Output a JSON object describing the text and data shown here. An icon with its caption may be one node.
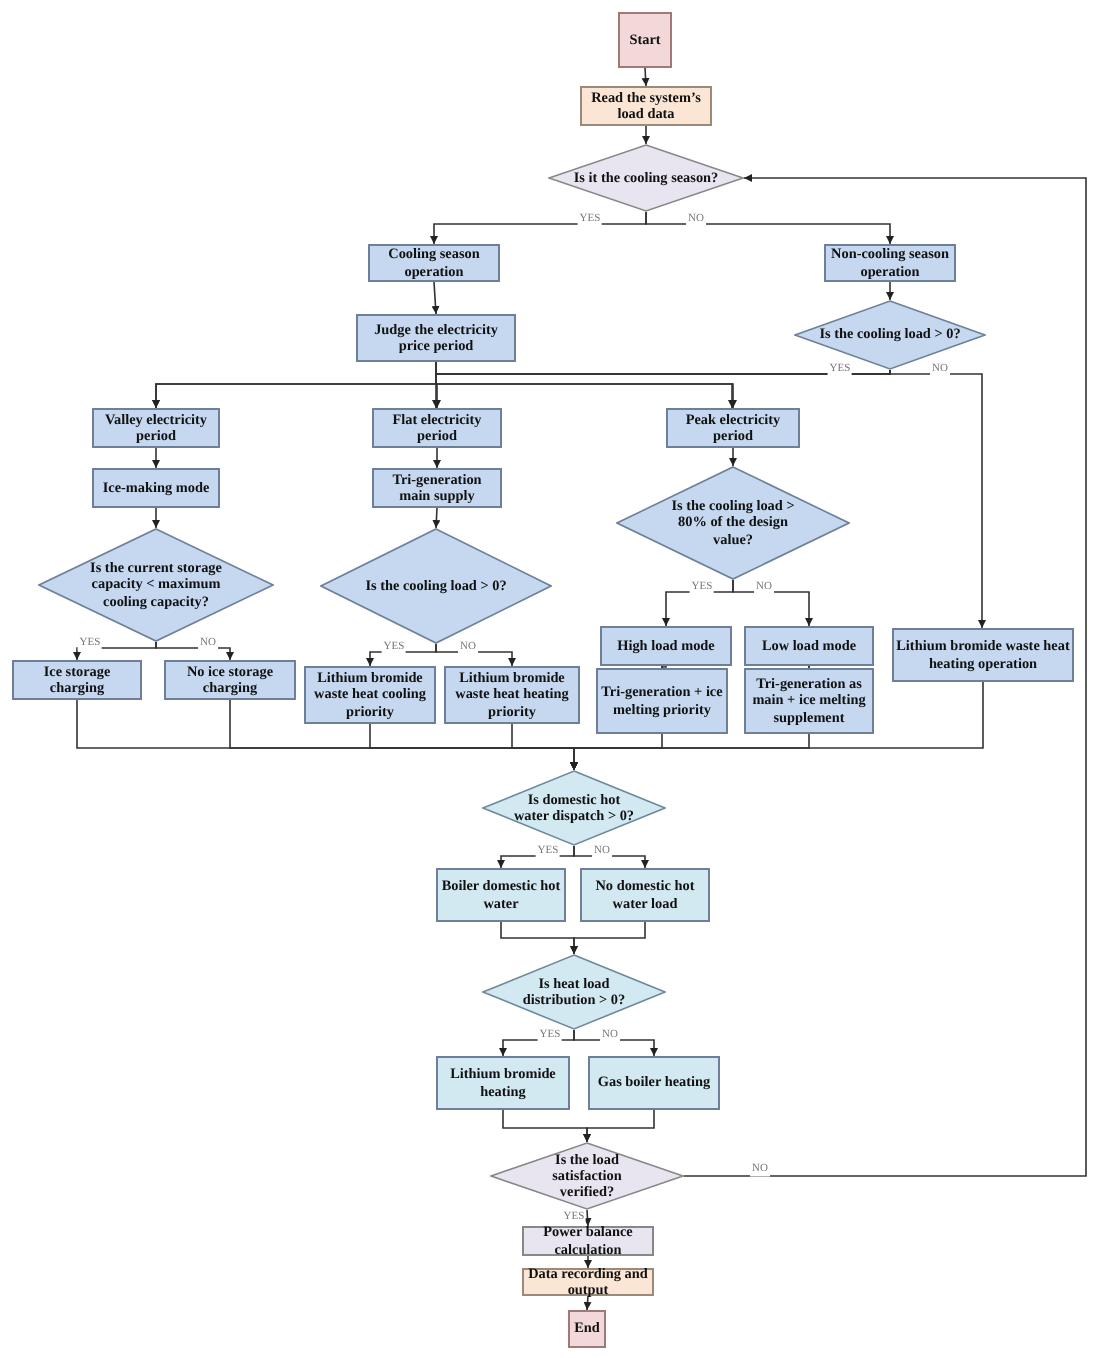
{
  "diagram": {
    "nodes": [
      {
        "text": [
          "Start"
        ]
      },
      {
        "text": [
          "Read the system’s load data"
        ]
      },
      {
        "text": [
          "Is it the cooling season?"
        ]
      },
      {
        "text": [
          "Cooling season operation"
        ]
      },
      {
        "text": [
          "Non-cooling season operation"
        ]
      },
      {
        "text": [
          "Judge the electricity price period"
        ]
      },
      {
        "text": [
          "Is the cooling load > 0?"
        ]
      },
      {
        "text": [
          "Valley electricity period"
        ]
      },
      {
        "text": [
          "Flat electricity period"
        ]
      },
      {
        "text": [
          "Peak electricity period"
        ]
      },
      {
        "text": [
          "Ice-making mode"
        ]
      },
      {
        "text": [
          "Tri-generation main supply"
        ]
      },
      {
        "text": [
          "Is the cooling load > 80% of the design value?"
        ]
      },
      {
        "text": [
          "Is the current storage capacity < maximum cooling capacity?"
        ]
      },
      {
        "text": [
          "Is the cooling load > 0?"
        ]
      },
      {
        "text": [
          "Ice storage charging"
        ]
      },
      {
        "text": [
          "No ice storage charging"
        ]
      },
      {
        "text": [
          "Lithium bromide waste heat cooling priority"
        ]
      },
      {
        "text": [
          "Lithium bromide waste heat heating priority"
        ]
      },
      {
        "text": [
          "High load mode"
        ]
      },
      {
        "text": [
          "Low load mode"
        ]
      },
      {
        "text": [
          "Tri-generation + ice melting priority"
        ]
      },
      {
        "text": [
          "Tri-generation as main + ice melting supplement"
        ]
      },
      {
        "text": [
          "Lithium bromide waste heat heating operation"
        ]
      },
      {
        "text": [
          "Is domestic hot water dispatch > 0?"
        ]
      },
      {
        "text": [
          "Boiler domestic hot water"
        ]
      },
      {
        "text": [
          "No domestic hot water load"
        ]
      },
      {
        "text": [
          "Is heat load distribution > 0?"
        ]
      },
      {
        "text": [
          "Lithium bromide heating"
        ]
      },
      {
        "text": [
          "Gas boiler heating"
        ]
      },
      {
        "text": [
          "Is the load satisfaction verified?"
        ]
      },
      {
        "text": [
          "Power balance calculation"
        ]
      },
      {
        "text": [
          "Data recording and output"
        ]
      },
      {
        "text": [
          "End"
        ]
      }
    ],
    "edges": [
      {
        "from": 0,
        "to": 1,
        "arrow": "to"
      },
      {
        "from": 1,
        "to": 2,
        "arrow": "to"
      },
      {
        "from": 2,
        "to": 3,
        "arrow": "to",
        "label": "YES"
      },
      {
        "from": 2,
        "to": 4,
        "arrow": "to",
        "label": "NO"
      },
      {
        "from": 3,
        "to": 5,
        "arrow": "to"
      },
      {
        "from": 4,
        "to": 6,
        "arrow": "to"
      },
      {
        "from": 5,
        "to": 7,
        "arrow": "to"
      },
      {
        "from": 5,
        "to": 8,
        "arrow": "to"
      },
      {
        "from": 5,
        "to": 9,
        "arrow": "to"
      },
      {
        "from": 6,
        "to": 7,
        "arrow": "to",
        "label": "YES"
      },
      {
        "from": 6,
        "to": 8,
        "arrow": "to"
      },
      {
        "from": 6,
        "to": 9,
        "arrow": "to"
      },
      {
        "from": 6,
        "to": 23,
        "arrow": "to",
        "label": "NO"
      },
      {
        "from": 7,
        "to": 10,
        "arrow": "to"
      },
      {
        "from": 10,
        "to": 13,
        "arrow": "to"
      },
      {
        "from": 13,
        "to": 15,
        "arrow": "to",
        "label": "YES"
      },
      {
        "from": 13,
        "to": 16,
        "arrow": "to",
        "label": "NO"
      },
      {
        "from": 8,
        "to": 11,
        "arrow": "to"
      },
      {
        "from": 11,
        "to": 14,
        "arrow": "to"
      },
      {
        "from": 14,
        "to": 17,
        "arrow": "to",
        "label": "YES"
      },
      {
        "from": 14,
        "to": 18,
        "arrow": "to",
        "label": "NO"
      },
      {
        "from": 9,
        "to": 12,
        "arrow": "to"
      },
      {
        "from": 12,
        "to": 19,
        "arrow": "to",
        "label": "YES"
      },
      {
        "from": 12,
        "to": 20,
        "arrow": "to",
        "label": "NO"
      },
      {
        "from": 19,
        "to": 21,
        "arrow": "to"
      },
      {
        "from": 20,
        "to": 22,
        "arrow": "to"
      },
      {
        "from": 15,
        "to": 24,
        "arrow": "to"
      },
      {
        "from": 16,
        "to": 24,
        "arrow": "to"
      },
      {
        "from": 17,
        "to": 24,
        "arrow": "to"
      },
      {
        "from": 18,
        "to": 24,
        "arrow": "to"
      },
      {
        "from": 21,
        "to": 24,
        "arrow": "to"
      },
      {
        "from": 22,
        "to": 24,
        "arrow": "to"
      },
      {
        "from": 23,
        "to": 24,
        "arrow": "to"
      },
      {
        "from": 24,
        "to": 25,
        "arrow": "to",
        "label": "YES"
      },
      {
        "from": 24,
        "to": 26,
        "arrow": "to",
        "label": "NO"
      },
      {
        "from": 25,
        "to": 27,
        "arrow": "to"
      },
      {
        "from": 26,
        "to": 27,
        "arrow": "to"
      },
      {
        "from": 27,
        "to": 28,
        "arrow": "to",
        "label": "YES"
      },
      {
        "from": 27,
        "to": 29,
        "arrow": "to",
        "label": "NO"
      },
      {
        "from": 28,
        "to": 30,
        "arrow": "to"
      },
      {
        "from": 29,
        "to": 30,
        "arrow": "to"
      },
      {
        "from": 30,
        "to": 31,
        "arrow": "to",
        "label": "YES"
      },
      {
        "from": 30,
        "to": 2,
        "arrow": "to",
        "label": "NO"
      },
      {
        "from": 31,
        "to": 32,
        "arrow": "to"
      },
      {
        "from": 32,
        "to": 33,
        "arrow": "to"
      }
    ]
  }
}
